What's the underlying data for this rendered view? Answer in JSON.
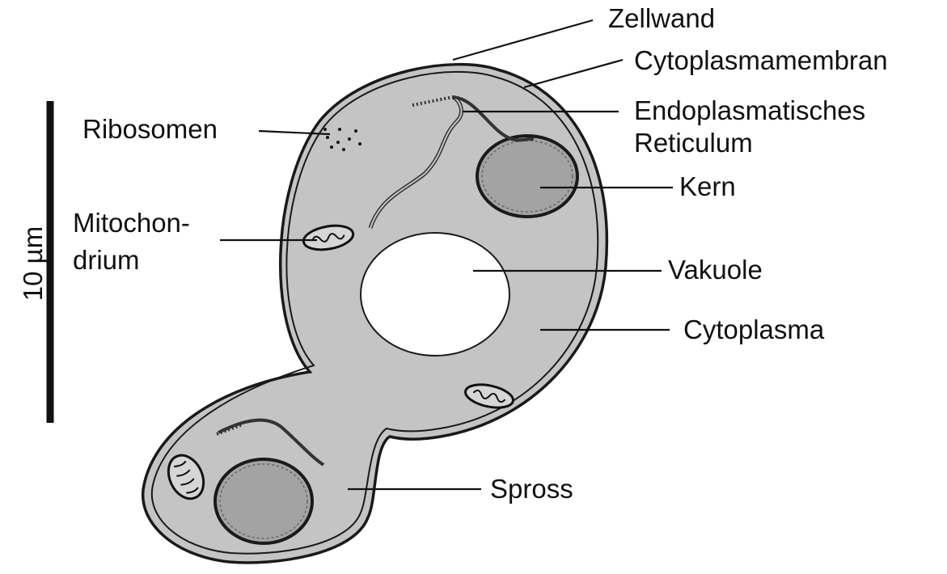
{
  "labels": {
    "zellwand": "Zellwand",
    "cytoplasmamembran": "Cytoplasmamembran",
    "er_line1": "Endoplasmatisches",
    "er_line2": "Reticulum",
    "ribosomen": "Ribosomen",
    "kern": "Kern",
    "mito_line1": "Mitochon-",
    "mito_line2": "drium",
    "vakuole": "Vakuole",
    "cytoplasma": "Cytoplasma",
    "spross": "Spross",
    "scale": "10 µm"
  },
  "colors": {
    "cytoplasm": "#c4c4c4",
    "nucleus": "#a3a3a3",
    "vacuole": "#ffffff",
    "outline": "#1a1a1a"
  }
}
